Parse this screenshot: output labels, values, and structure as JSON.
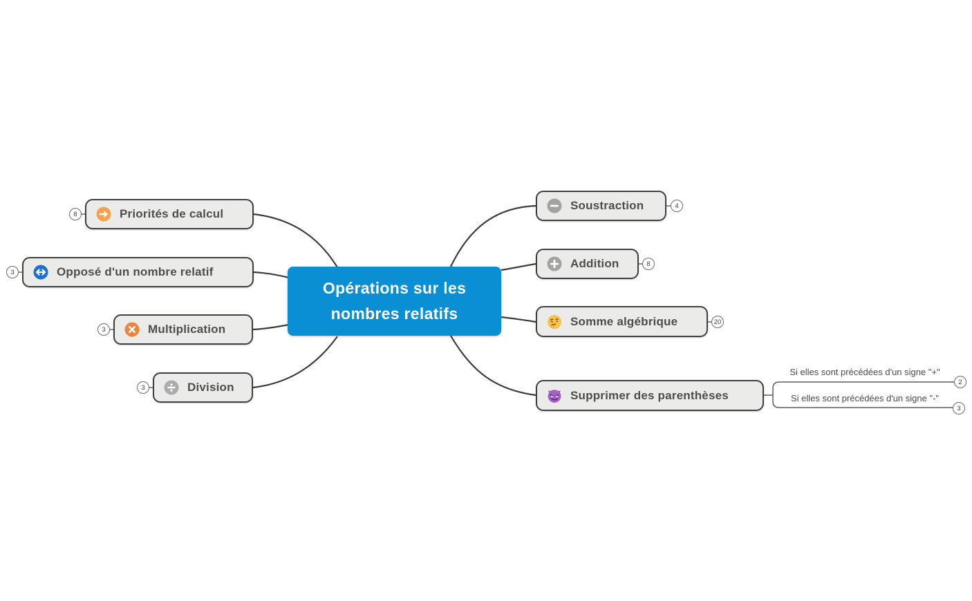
{
  "central": {
    "label": "Opérations sur les nombres relatifs",
    "fill": "#0a8ed4"
  },
  "left_nodes": [
    {
      "label": "Priorités de calcul",
      "count": "8",
      "icon": "arrow-right-icon",
      "icon_color": "#f5a14d"
    },
    {
      "label": "Opposé d'un nombre relatif",
      "count": "3",
      "icon": "left-right-arrow-icon",
      "icon_color": "#1d70d2"
    },
    {
      "label": "Multiplication",
      "count": "3",
      "icon": "multiply-icon",
      "icon_color": "#ef833d"
    },
    {
      "label": "Division",
      "count": "3",
      "icon": "divide-icon",
      "icon_color": "#ababab"
    }
  ],
  "right_nodes": [
    {
      "label": "Soustraction",
      "count": "4",
      "icon": "minus-icon",
      "icon_color": "#a3a3a3"
    },
    {
      "label": "Addition",
      "count": "8",
      "icon": "plus-icon",
      "icon_color": "#a3a3a3"
    },
    {
      "label": "Somme algébrique",
      "count": "20",
      "icon": "thinking-face-emoji",
      "icon_color": "#f7c348"
    },
    {
      "label": "Supprimer des parenthèses",
      "icon": "devil-face-emoji",
      "icon_color": "#a661c9",
      "children": [
        {
          "label": "Si elles sont précédées d'un signe \"+\"",
          "count": "2"
        },
        {
          "label": "Si elles sont précédées d'un signe \"-\"",
          "count": "3"
        }
      ]
    }
  ],
  "colors": {
    "branch_line": "#3c3c3c",
    "node_fill": "#ebebe9",
    "node_border": "#3f3f3f",
    "node_text": "#4d4d4d",
    "central_fill": "#0a8ed4",
    "central_text": "#ffffff"
  }
}
